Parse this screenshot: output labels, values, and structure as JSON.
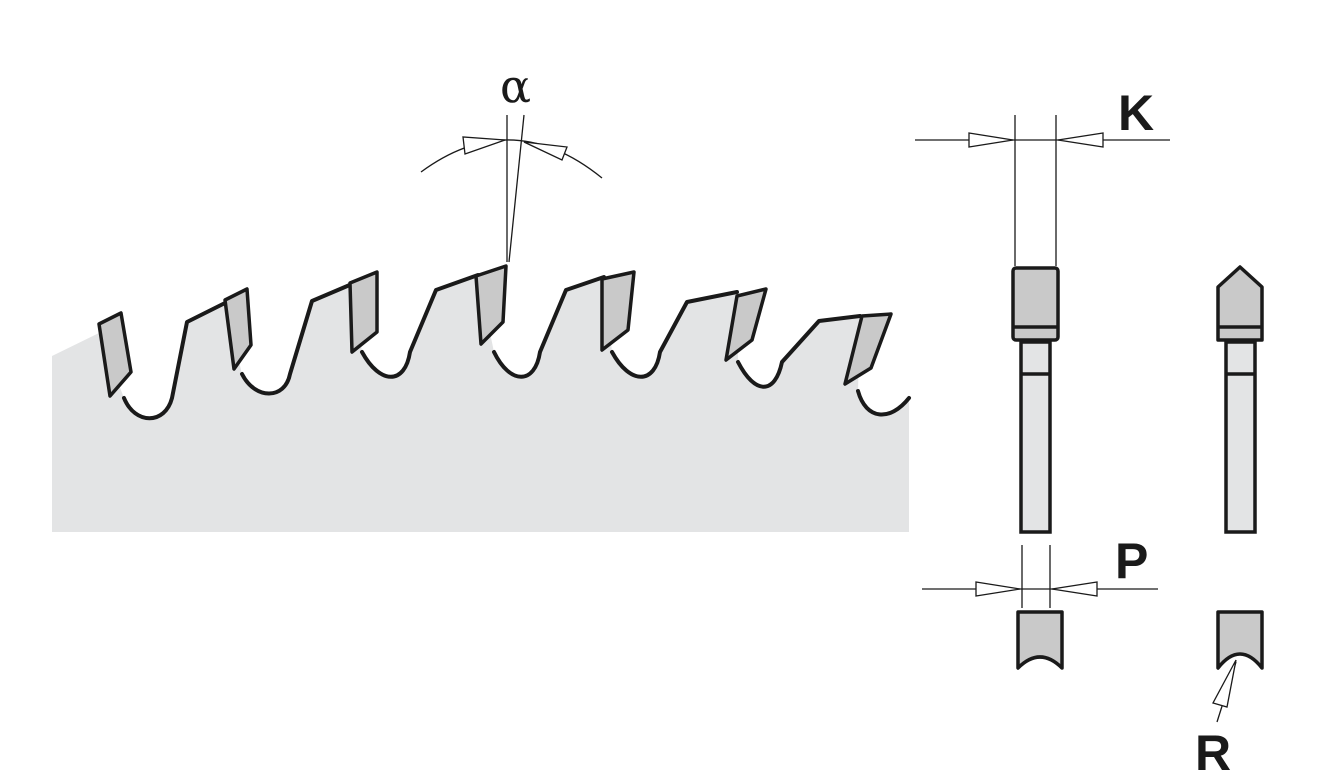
{
  "labels": {
    "alpha": "α",
    "k": "K",
    "p": "P",
    "r": "R"
  },
  "colors": {
    "blade_body": "#e3e4e5",
    "tooth_fill": "#c9c9c9",
    "stroke": "#1a1a1a",
    "background": "#ffffff"
  }
}
